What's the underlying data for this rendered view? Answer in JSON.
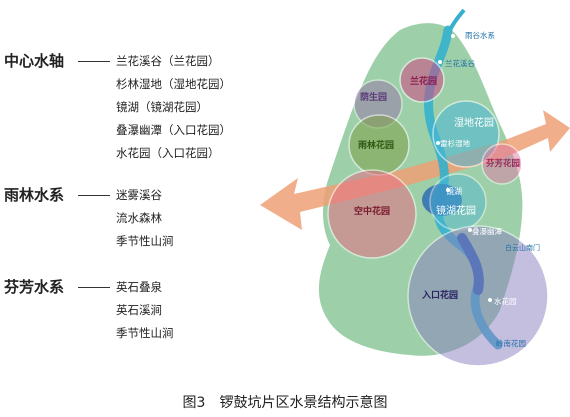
{
  "legend": {
    "groups": [
      {
        "title": "中心水轴",
        "items": [
          "兰花溪谷（兰花园）",
          "杉林湿地（湿地花园）",
          "镜湖（镜湖花园）",
          "叠瀑幽潭（入口花园）",
          "水花园（入口花园）"
        ]
      },
      {
        "title": "雨林水系",
        "items": [
          "迷雾溪谷",
          "流水森林",
          "季节性山涧"
        ]
      },
      {
        "title": "芬芳水系",
        "items": [
          "英石叠泉",
          "英石溪涧",
          "季节性山涧"
        ]
      }
    ]
  },
  "map": {
    "labels": {
      "waterfall_top": "雨谷水系",
      "orchid_stream": "兰花溪谷",
      "orchid_garden": "兰花园",
      "shady_garden": "荫生园",
      "wetland_garden": "湿地花园",
      "fir_wetland": "雷杉湿地",
      "rainforest_garden": "雨林花园",
      "fragrant_garden": "芬芳花园",
      "sky_garden": "空中花园",
      "lake": "镜湖",
      "mirror_lake_garden": "镜湖花园",
      "cascade_pool": "叠瀑幽潭",
      "entrance_gate": "白云山南门",
      "entrance_garden": "入口花园",
      "water_garden": "水花园",
      "south_waterscape": "岭南花园"
    },
    "colors": {
      "land": "#8cc79a",
      "water": "#2f6db4",
      "teal_water": "#36b0cc",
      "arrow": "#eea076",
      "orchid": "#d04a86",
      "shady": "#9a6aa8",
      "wetland": "#4cb7d6",
      "rainforest": "#7fa14a",
      "fragrant": "#e47ca8",
      "sky": "#e66f86",
      "entrance": "#8a7fc0",
      "label_text": "#1e6fa8"
    }
  },
  "caption": "图3　锣鼓坑片区水景结构示意图"
}
